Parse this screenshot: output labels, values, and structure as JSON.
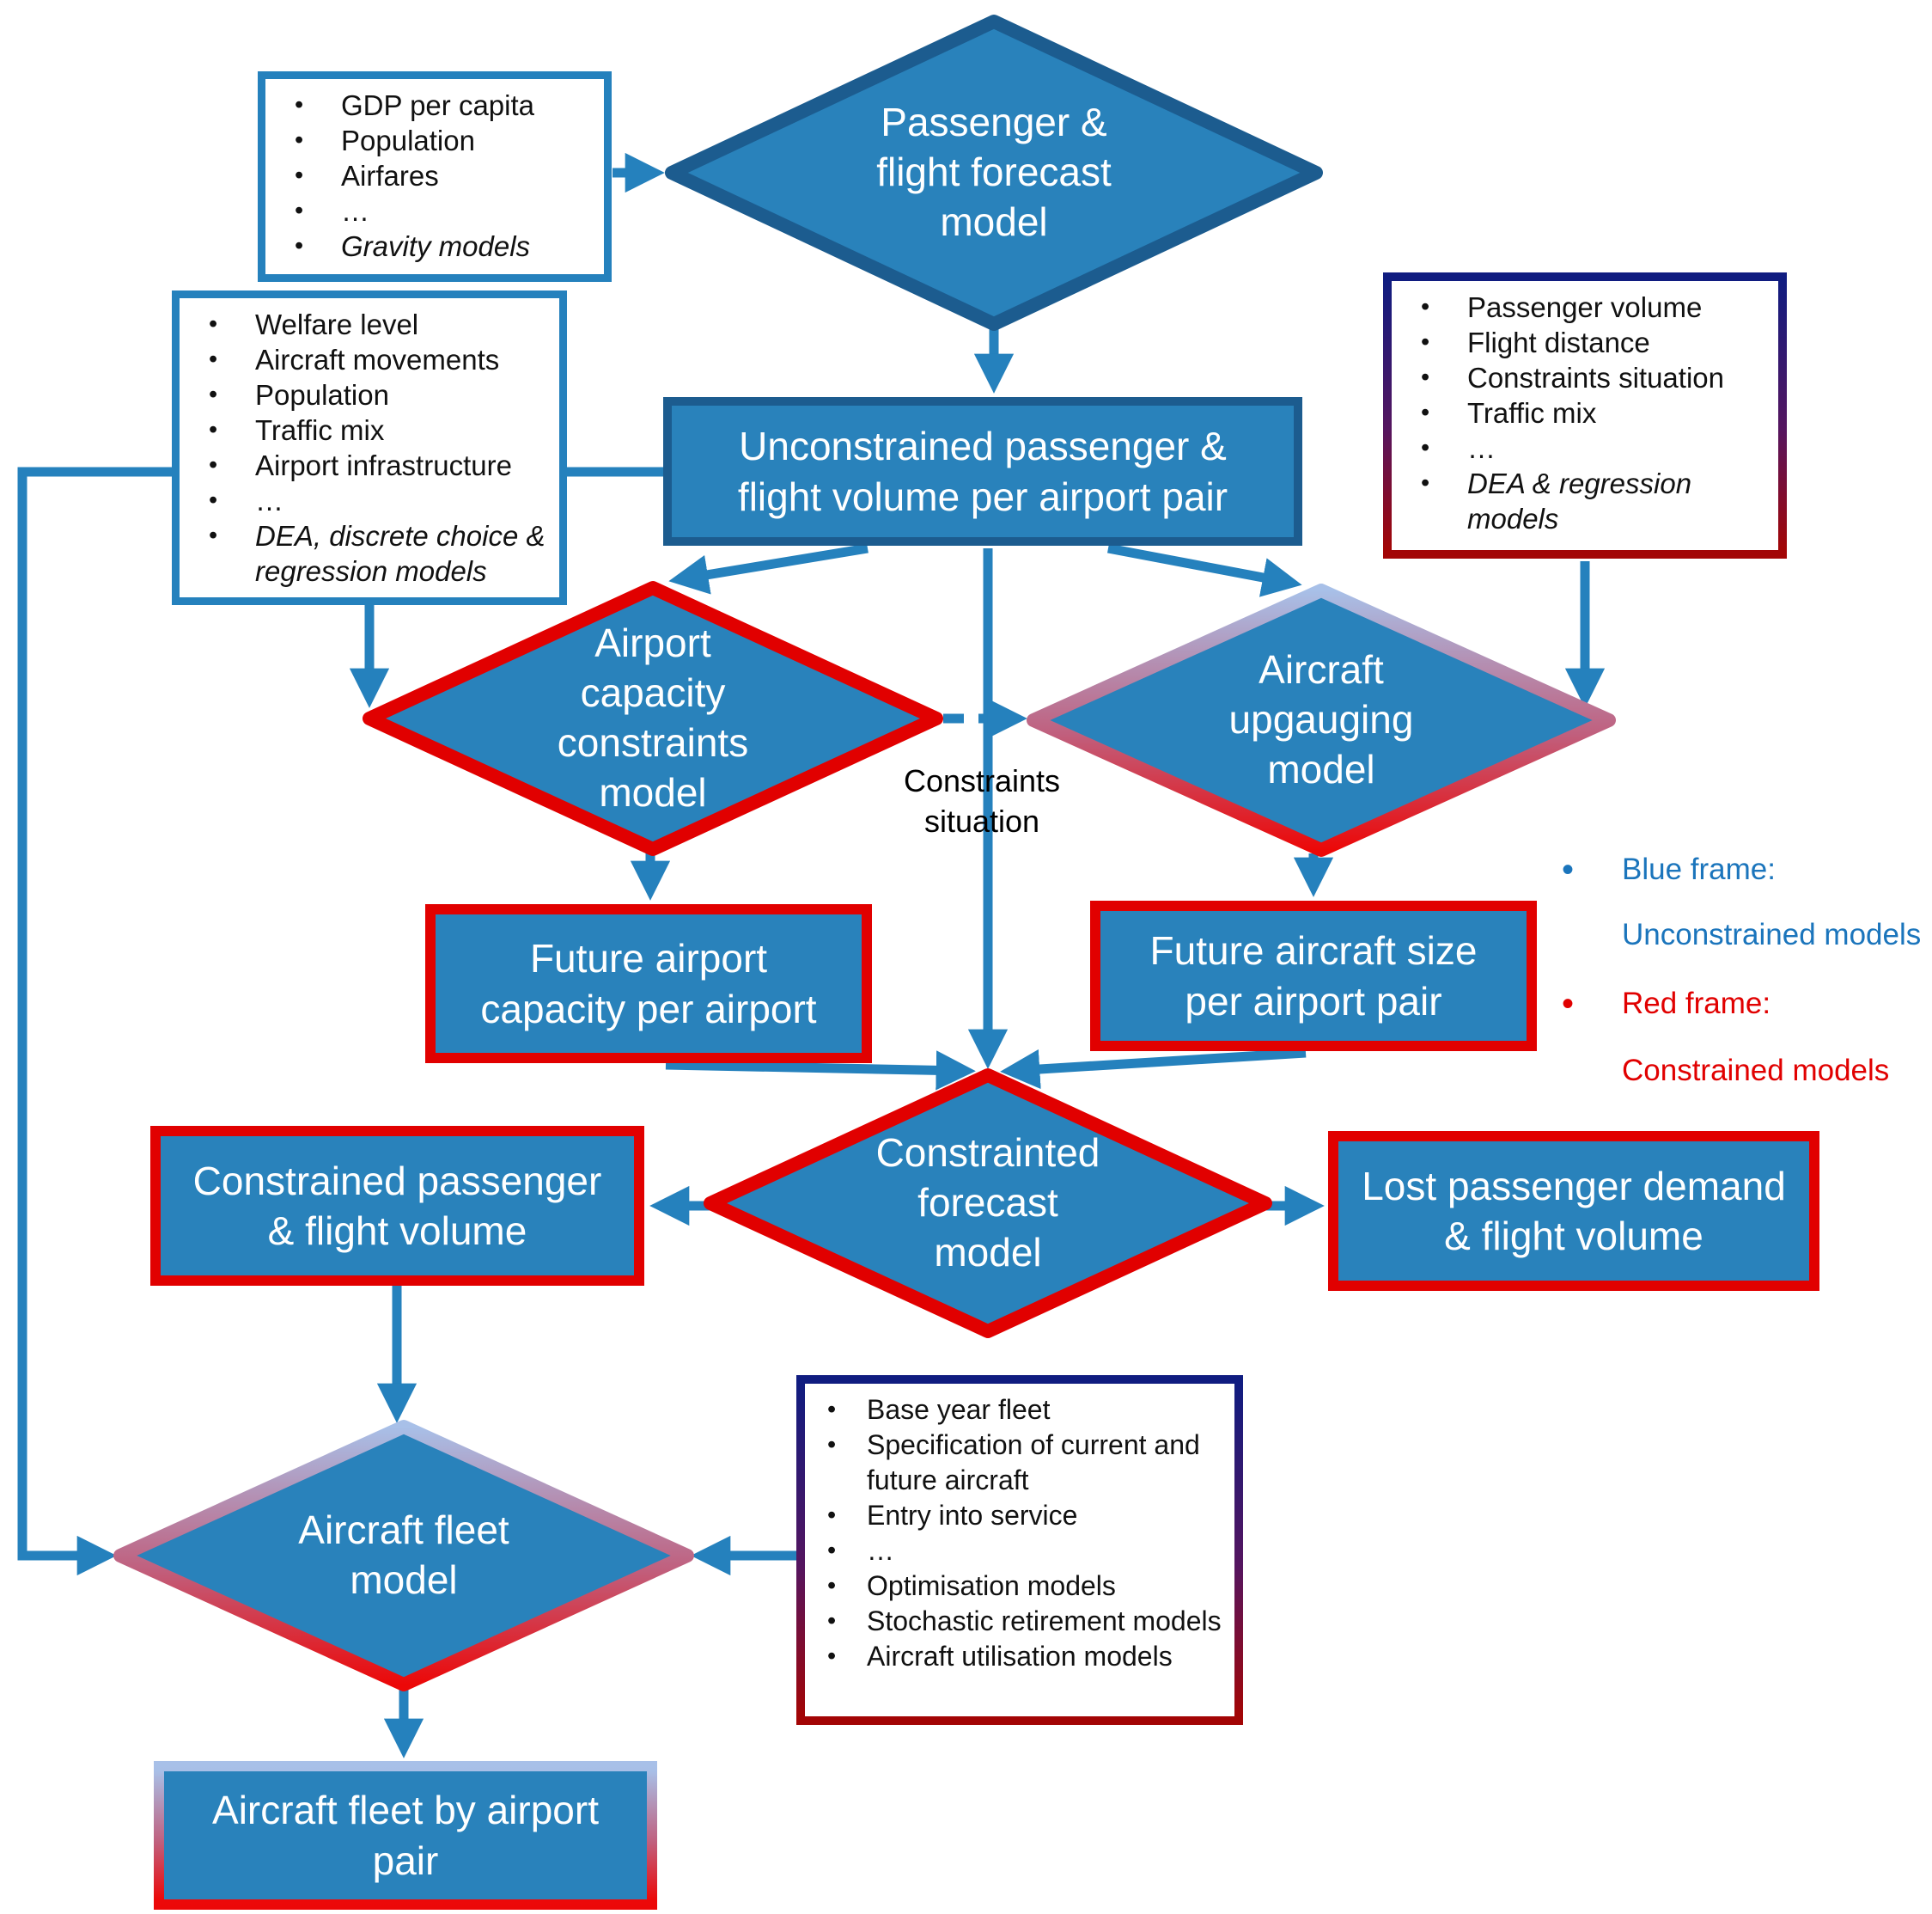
{
  "nodes": {
    "forecast_model": {
      "label": "Passenger &\nflight forecast\nmodel"
    },
    "unconstrained": {
      "label": "Unconstrained passenger &\nflight volume per airport pair"
    },
    "airport_capacity": {
      "label": "Airport\ncapacity\nconstraints\nmodel"
    },
    "aircraft_upgauging": {
      "label": "Aircraft\nupgauging\nmodel"
    },
    "future_airport_capacity": {
      "label": "Future airport\ncapacity per airport"
    },
    "future_aircraft_size": {
      "label": "Future aircraft size\nper airport pair"
    },
    "constrained_forecast": {
      "label": "Constrainted\nforecast\nmodel"
    },
    "constrained_volume": {
      "label": "Constrained passenger\n& flight volume"
    },
    "lost_demand": {
      "label": "Lost passenger demand\n& flight volume"
    },
    "aircraft_fleet": {
      "label": "Aircraft fleet\nmodel"
    },
    "fleet_by_pair": {
      "label": "Aircraft fleet by airport\npair"
    }
  },
  "input_boxes": {
    "gravity": {
      "items": [
        "GDP per capita",
        "Population",
        "Airfares",
        "…",
        "Gravity models"
      ]
    },
    "welfare": {
      "items": [
        "Welfare level",
        "Aircraft movements",
        "Population",
        "Traffic mix",
        "Airport infrastructure",
        "…",
        "DEA, discrete choice & regression models"
      ]
    },
    "passenger_volume": {
      "items": [
        "Passenger volume",
        "Flight distance",
        "Constraints situation",
        "Traffic mix",
        "…",
        "DEA & regression models"
      ]
    },
    "fleet_inputs": {
      "items": [
        "Base year fleet",
        "Specification of current and future aircraft",
        "Entry into service",
        "…",
        "Optimisation models",
        "Stochastic retirement models",
        "Aircraft utilisation models"
      ]
    }
  },
  "edge_labels": {
    "constraints_situation": "Constraints\nsituation"
  },
  "legend": {
    "blue_title": "Blue frame:",
    "blue_desc": "Unconstrained models",
    "red_title": "Red frame:",
    "red_desc": "Constrained models"
  },
  "colors": {
    "node_fill": "#2982bb",
    "arrow_blue": "#2581bd",
    "dark_blue_frame": "#1c5c8f",
    "red_frame": "#e10000",
    "navy_gradient_top": "#101c80",
    "dark_red_gradient_bottom": "#a30505",
    "light_blue_gradient_top": "#a8c0e8",
    "legend_blue": "#1b75bc"
  }
}
